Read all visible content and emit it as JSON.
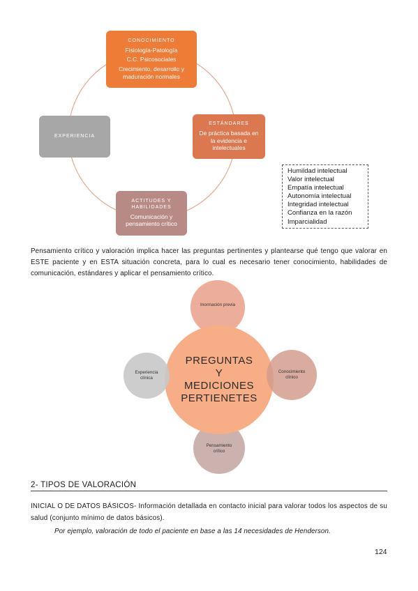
{
  "cycle": {
    "conocimiento": {
      "head": "CONOCIMIENTO",
      "lines": [
        "Fisiología-Patología",
        "C.C. Psicosociales",
        "Crecimiento, desarrollo y maduración normales"
      ]
    },
    "estandares": {
      "head": "ESTÁNDARES",
      "lines": [
        "De práctica basada en la evidencia e intelectuales"
      ]
    },
    "experiencia": {
      "head": "EXPERIENCIA"
    },
    "actitudes": {
      "head": "ACTITUDES Y HABILIDADES",
      "lines": [
        "Comunicación y pensamiento crítico"
      ]
    }
  },
  "attitudes_list": [
    "Humildad intelectual",
    "Valor intelectual",
    "Empatía intelectual",
    "Autonomía intelectual",
    "Integridad intelectual",
    "Confianza en la razón",
    "Imparcialidad"
  ],
  "paragraph1": "Pensamiento crítico y valoración implica hacer las preguntas pertinentes y plantearse qué tengo que valorar en ESTE paciente y en ESTA situación concreta, para lo cual es necesario tener conocimiento, habilidades de comunicación, estándares y aplicar el pensamiento crítico.",
  "radial": {
    "center": [
      "PREGUNTAS",
      "Y",
      "MEDICIONES",
      "PERTIENETES"
    ],
    "top": "Inormación previa",
    "right": "Conocimiento clínico",
    "left": "Experiencia clínica",
    "bottom": "Pensamiento crítico"
  },
  "section_title": "2- TIPOS DE VALORACIÓN",
  "paragraph2": "INICIAL O DE DATOS BÁSICOS- Información detallada en contacto inicial para valorar todos los aspectos de su salud (conjunto mínimo de datos básicos).",
  "paragraph3": "Por ejemplo, valoración de todo el paciente en base a las 14 necesidades de Henderson.",
  "page_number": "124",
  "colors": {
    "conocimiento": "#ee7b36",
    "estandares": "#dc7850",
    "experiencia": "#a7a7a7",
    "actitudes": "#b88a86",
    "cycle_ring": "#e4a88e",
    "center_circle": "#f7ae86"
  }
}
